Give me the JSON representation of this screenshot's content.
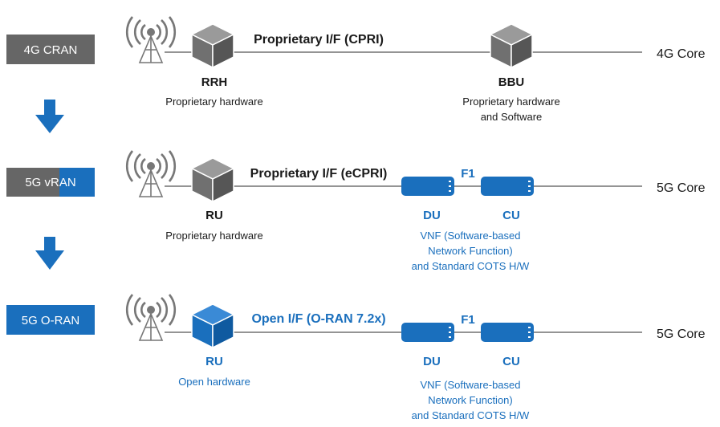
{
  "colors": {
    "gray_dark": "#666666",
    "gray_light": "#8c8c8c",
    "blue": "#1a6fbd",
    "line": "#555555",
    "text": "#1a1a1a"
  },
  "rows": [
    {
      "badge": "4G CRAN",
      "badge_style": "gray",
      "link_label": "Proprietary I/F (CPRI)",
      "link_color": "dark",
      "radio_unit": {
        "name": "RRH",
        "desc": [
          "Proprietary hardware"
        ],
        "style": "gray"
      },
      "baseband": {
        "name": "BBU",
        "desc": [
          "Proprietary hardware",
          "and Software"
        ]
      },
      "core": "4G Core"
    },
    {
      "badge": "5G vRAN",
      "badge_style": "split",
      "link_label": "Proprietary I/F (eCPRI)",
      "link_color": "dark",
      "radio_unit": {
        "name": "RU",
        "desc": [
          "Proprietary hardware"
        ],
        "style": "gray"
      },
      "midhaul": "F1",
      "du": "DU",
      "cu": "CU",
      "vnf_desc": [
        "VNF (Software-based",
        "Network Function)",
        "and Standard COTS H/W"
      ],
      "core": "5G Core"
    },
    {
      "badge": "5G O-RAN",
      "badge_style": "blue",
      "link_label": "Open I/F (O-RAN 7.2x)",
      "link_color": "blue",
      "radio_unit": {
        "name": "RU",
        "desc": [
          "Open hardware"
        ],
        "style": "blue"
      },
      "midhaul": "F1",
      "du": "DU",
      "cu": "CU",
      "vnf_desc": [
        "VNF (Software-based",
        "Network Function)",
        "and Standard COTS H/W"
      ],
      "core": "5G Core"
    }
  ],
  "icons": {
    "antenna": "radio-tower-icon",
    "cube": "hardware-cube-icon",
    "server": "server-blade-icon",
    "arrow": "down-arrow-icon"
  }
}
